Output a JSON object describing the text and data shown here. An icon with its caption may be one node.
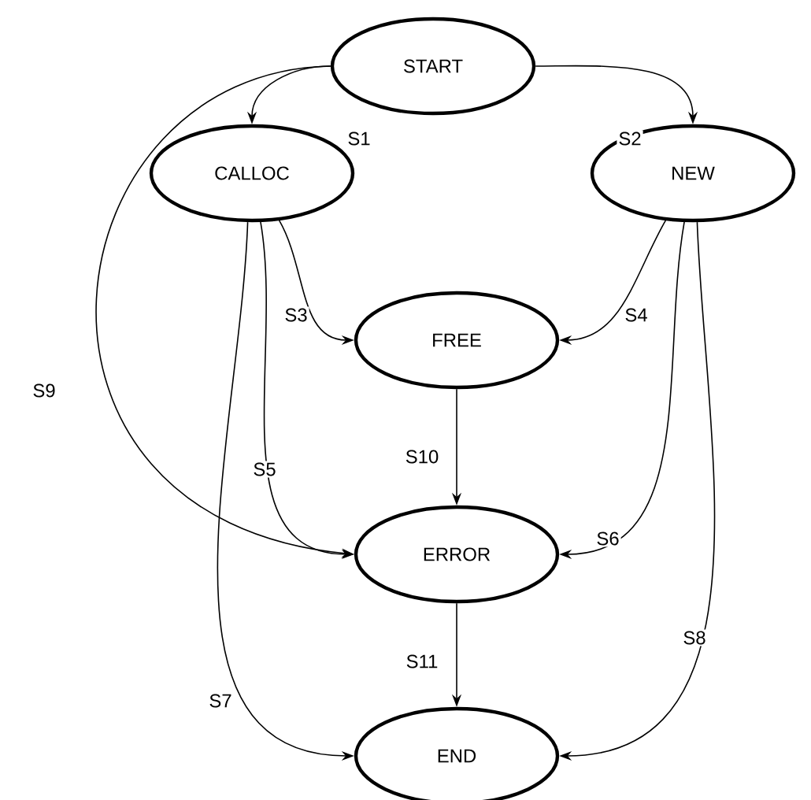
{
  "diagram": {
    "nodes": [
      {
        "text": [
          "START"
        ]
      },
      {
        "text": [
          "CALLOC"
        ]
      },
      {
        "text": [
          "NEW"
        ]
      },
      {
        "text": [
          "FREE"
        ]
      },
      {
        "text": [
          "ERROR"
        ]
      },
      {
        "text": [
          "END"
        ]
      }
    ],
    "edges": [
      {
        "from": 0,
        "to": 1,
        "arrow": "to",
        "label": "S1"
      },
      {
        "from": 0,
        "to": 2,
        "arrow": "to",
        "label": "S2"
      },
      {
        "from": 1,
        "to": 3,
        "arrow": "to",
        "label": "S3"
      },
      {
        "from": 2,
        "to": 3,
        "arrow": "to",
        "label": "S4"
      },
      {
        "from": 1,
        "to": 4,
        "arrow": "to",
        "label": "S5"
      },
      {
        "from": 2,
        "to": 4,
        "arrow": "to",
        "label": "S6"
      },
      {
        "from": 1,
        "to": 5,
        "arrow": "to",
        "label": "S7"
      },
      {
        "from": 2,
        "to": 5,
        "arrow": "to",
        "label": "S8"
      },
      {
        "from": 0,
        "to": 4,
        "arrow": "to",
        "label": "S9"
      },
      {
        "from": 3,
        "to": 4,
        "arrow": "to",
        "label": "S10"
      },
      {
        "from": 4,
        "to": 5,
        "arrow": "to",
        "label": "S11"
      }
    ]
  }
}
